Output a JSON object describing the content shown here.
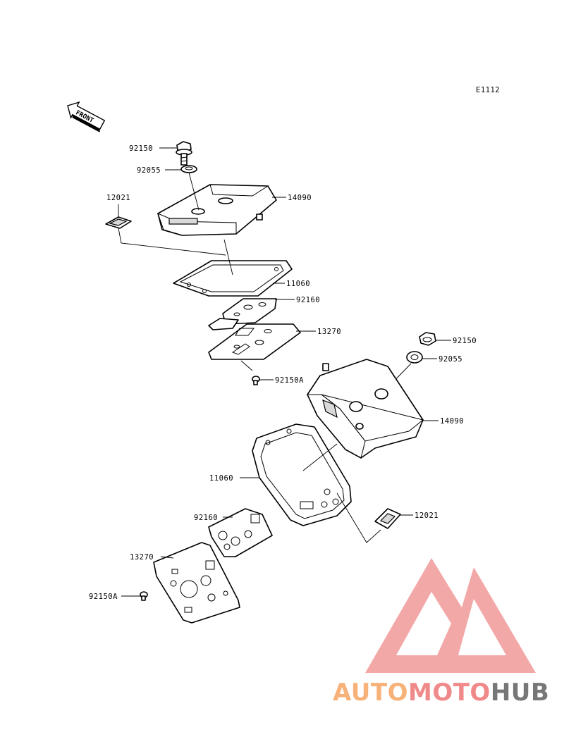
{
  "diagram_code": "E1112",
  "front_arrow_label": "FRONT",
  "labels": {
    "upper_bolt": "92150",
    "upper_washer": "92055",
    "upper_cover": "14090",
    "upper_plug": "12021",
    "upper_gasket": "11060",
    "upper_plate_gasket": "92160",
    "upper_plate": "13270",
    "upper_small_bolt": "92150A",
    "lower_bolt": "92150",
    "lower_washer": "92055",
    "lower_cover": "14090",
    "lower_gasket": "11060",
    "lower_plug": "12021",
    "lower_plate_gasket": "92160",
    "lower_plate": "13270",
    "lower_small_bolt": "92150A"
  },
  "watermark": {
    "part1": "AUTO",
    "part2": "MOTO",
    "part3": "HUB",
    "color_orange": "#f7b27a",
    "color_red": "#f08a8a",
    "color_grey": "#777777"
  }
}
